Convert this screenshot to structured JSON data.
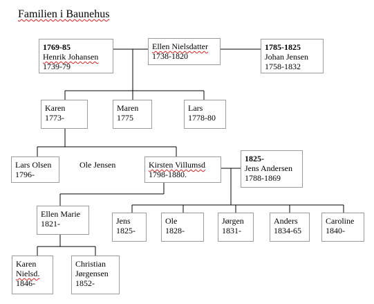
{
  "title": "Familien i Baunehus",
  "persons": {
    "henrik": {
      "years": "1769-85",
      "name": "Henrik Johansen",
      "dates": "1739-79"
    },
    "ellen_n": {
      "name": "Ellen Nielsdatter",
      "dates": "1738-1820"
    },
    "johan": {
      "years": "1785-1825",
      "name": "Johan Jensen",
      "dates": "1758-1832"
    },
    "karen": {
      "name": "Karen",
      "dates": "1773-"
    },
    "maren": {
      "name": "Maren",
      "dates": "1775"
    },
    "lars": {
      "name": "Lars",
      "dates": "1778-80"
    },
    "lars_olsen": {
      "name": "Lars Olsen",
      "dates": "1796-"
    },
    "ole_jensen": {
      "name": "Ole Jensen"
    },
    "kirsten": {
      "name": "Kirsten Villumsd",
      "dates": "1798-1880."
    },
    "jens_andersen": {
      "years": "1825-",
      "name": "Jens Andersen",
      "dates": "1788-1869"
    },
    "ellen_marie": {
      "name": "Ellen Marie",
      "dates": "1821-"
    },
    "jens": {
      "name": "Jens",
      "dates": "1825-"
    },
    "ole": {
      "name": "Ole",
      "dates": "1828-"
    },
    "jorgen": {
      "name": "Jørgen",
      "dates": "1831-"
    },
    "anders": {
      "name": "Anders",
      "dates": "1834-65"
    },
    "caroline": {
      "name": "Caroline",
      "dates": "1840-"
    },
    "karen_n": {
      "name": "Karen",
      "name2": "Nielsd.",
      "dates": "1846-"
    },
    "christian": {
      "name": "Christian",
      "name2": "Jørgensen",
      "dates": "1852-"
    }
  }
}
